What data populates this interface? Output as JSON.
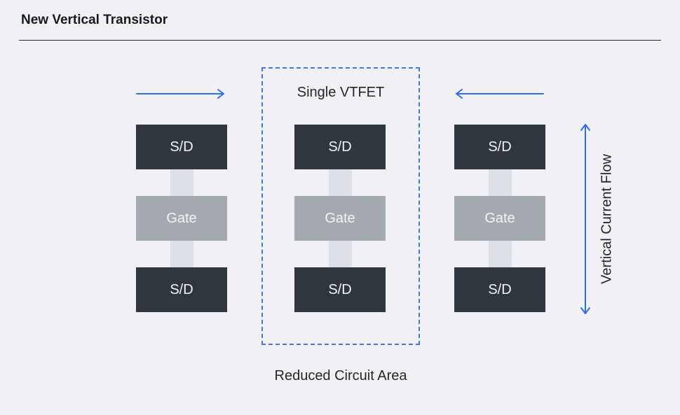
{
  "header": {
    "title": "New Vertical Transistor"
  },
  "diagram": {
    "center_area_label": "Single VTFET",
    "bottom_label": "Reduced Circuit Area",
    "vertical_flow_label": "Vertical Current Flow",
    "stacks": [
      {
        "name": "left-transistor",
        "layers": [
          {
            "label": "S/D"
          },
          {
            "label": "Gate"
          },
          {
            "label": "S/D"
          }
        ]
      },
      {
        "name": "center-transistor",
        "layers": [
          {
            "label": "S/D"
          },
          {
            "label": "Gate"
          },
          {
            "label": "S/D"
          }
        ]
      },
      {
        "name": "right-transistor",
        "layers": [
          {
            "label": "S/D"
          },
          {
            "label": "Gate"
          },
          {
            "label": "S/D"
          }
        ]
      }
    ],
    "icons": [
      {
        "name": "arrow-right-icon"
      },
      {
        "name": "arrow-left-icon"
      },
      {
        "name": "vertical-double-arrow-icon"
      }
    ],
    "colors": {
      "background": "#f0f0f5",
      "accent_blue": "#2e6ce8",
      "dashed_outline_blue": "#3d78e6",
      "sd_box": "#30363e",
      "gate_box": "#a5aab1",
      "channel": "#dee0e7",
      "box_text": "#f4f4f5",
      "label_text": "#21272a",
      "title_text": "#161b20"
    }
  }
}
